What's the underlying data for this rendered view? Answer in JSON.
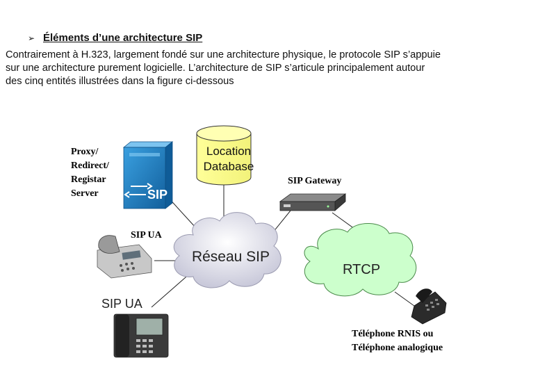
{
  "heading": {
    "bullet": "➢",
    "title": "Éléments d’une architecture SIP"
  },
  "paragraph": {
    "lines": [
      " Contrairement à H.323, largement fondé sur une architecture physique, le protocole SIP s’appuie",
      "sur une architecture purement logicielle. L’architecture de SIP s’articule principalement autour",
      "des cinq entités illustrées dans la figure ci-dessous"
    ]
  },
  "figure": {
    "proxy_label": [
      "Proxy/",
      "Redirect/",
      "Registar",
      "Server"
    ],
    "server_logo": "SIP",
    "location_db": [
      "Location",
      "Database"
    ],
    "gateway_label": "SIP Gateway",
    "sip_ua_top": "SIP UA",
    "sip_ua_bottom": "SIP UA",
    "network_label": "Réseau SIP",
    "rtcp_label": "RTCP",
    "phone_label": [
      "Téléphone RNIS ou",
      "Téléphone analogique"
    ],
    "colors": {
      "server_blue": "#1f7fc4",
      "db_yellow": "#ffff99",
      "rtcp_green": "#ccffcc",
      "cloud_gray": "#e6e6f2"
    }
  }
}
